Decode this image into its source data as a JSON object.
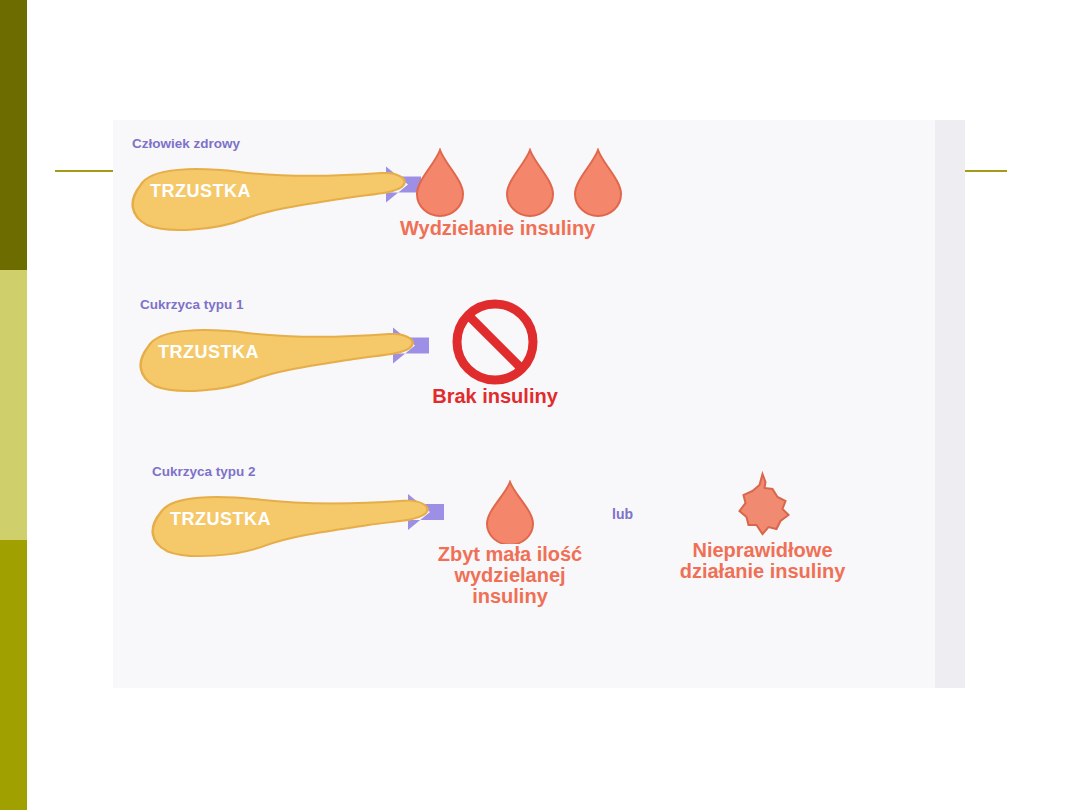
{
  "diagram": {
    "nodes": [
      {
        "text": [
          "Człowiek zdrowy",
          "TRZUSTKA"
        ]
      },
      {
        "text": [
          "Wydzielanie insuliny"
        ]
      },
      {
        "text": [
          "Cukrzyca typu 1",
          "TRZUSTKA"
        ]
      },
      {
        "text": [
          "Brak insuliny"
        ]
      },
      {
        "text": [
          "Cukrzyca typu 2",
          "TRZUSTKA"
        ]
      },
      {
        "text": [
          "Zbyt mała ilość wydzielanej insuliny"
        ]
      },
      {
        "text": [
          "Nieprawidłowe działanie insuliny"
        ]
      }
    ],
    "edges": [
      {
        "from": 0,
        "to": 1,
        "arrow": "to"
      },
      {
        "from": 2,
        "to": 3,
        "arrow": "to"
      },
      {
        "from": 4,
        "to": 5,
        "arrow": "to"
      }
    ],
    "labels": [
      "lub"
    ]
  }
}
